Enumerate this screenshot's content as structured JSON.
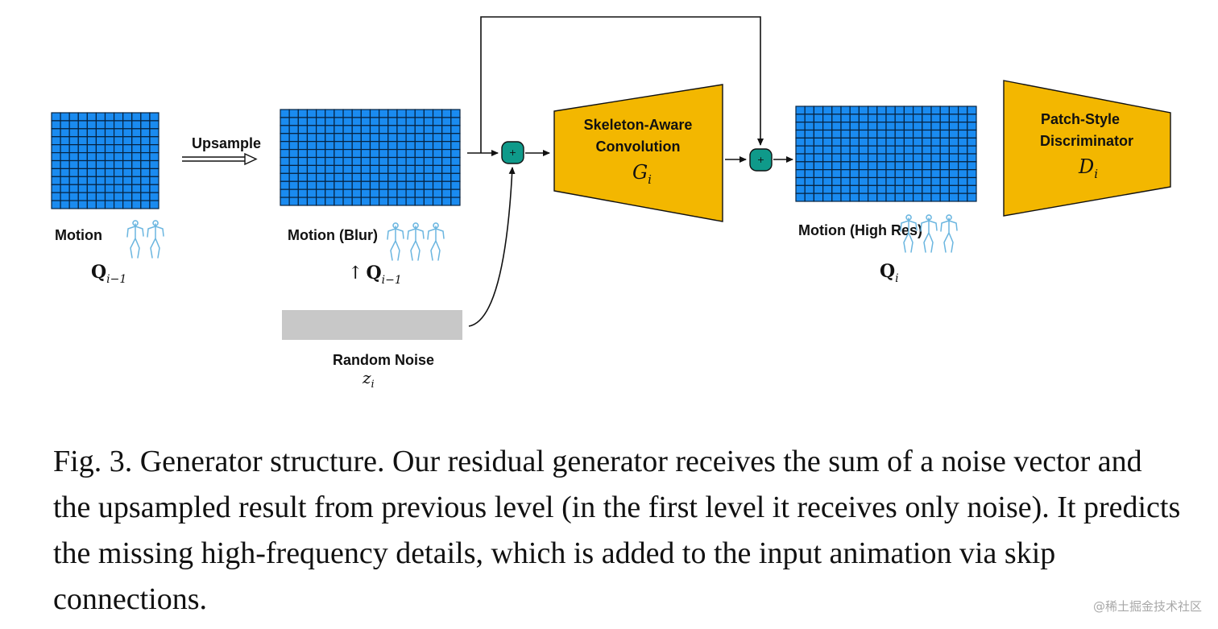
{
  "figure": {
    "blocks": {
      "motion": {
        "label": "Motion",
        "symbol": "Q",
        "subscript": "i−1",
        "rows": 12,
        "cols": 12
      },
      "motion_blur": {
        "label": "Motion (Blur)",
        "prefix": "↑",
        "symbol": "Q",
        "subscript": "i−1",
        "rows": 12,
        "cols": 20
      },
      "motion_high_res": {
        "label": "Motion (High Res)",
        "symbol": "Q",
        "subscript": "i",
        "rows": 12,
        "cols": 20
      },
      "random_noise": {
        "label": "Random Noise",
        "symbol": "z",
        "subscript": "i"
      },
      "generator": {
        "line1": "Skeleton-Aware",
        "line2": "Convolution",
        "symbol": "G",
        "subscript": "i"
      },
      "discriminator": {
        "line1": "Patch-Style",
        "line2": "Discriminator",
        "symbol": "D",
        "subscript": "i"
      },
      "upsample": {
        "label": "Upsample"
      },
      "adder_symbol": "+"
    },
    "colors": {
      "grid_fill": "#1a8bf0",
      "grid_lines": "#06223f",
      "trapezoid_fill": "#f3b700",
      "adder_fill": "#0f9a8a",
      "noise_fill": "#c8c8c8",
      "skeleton": "#6bb6e0"
    }
  },
  "caption": {
    "text": "Fig. 3.  Generator structure. Our residual generator receives the sum of a noise vector and the upsampled result from previous level (in the first level it receives only noise). It predicts the missing high-frequency details, which is added to the input animation via skip connections."
  },
  "watermark": "@稀土掘金技术社区"
}
